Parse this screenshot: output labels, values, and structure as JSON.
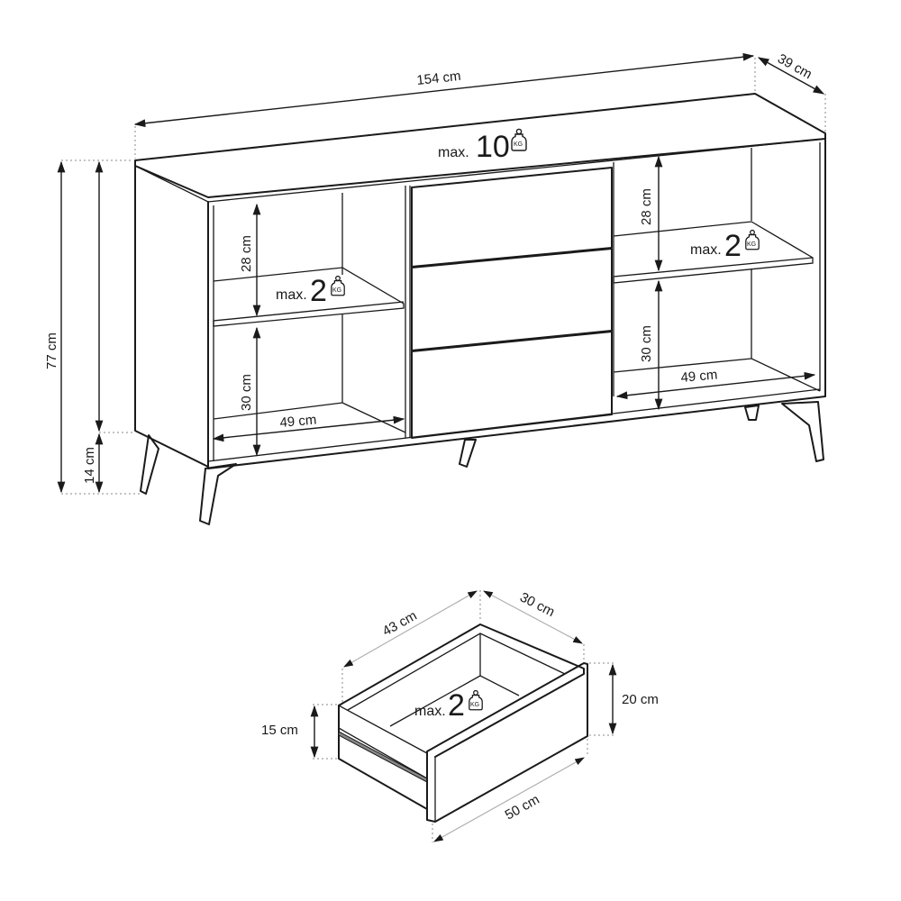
{
  "sideboard": {
    "width_label": "154 cm",
    "depth_label": "39 cm",
    "total_height_label": "77 cm",
    "leg_height_label": "14 cm",
    "top_load": {
      "prefix": "max.",
      "value": "10",
      "unit_icon": "KG"
    },
    "left_compartment": {
      "upper_height_label": "28 cm",
      "lower_height_label": "30 cm",
      "width_label": "49 cm",
      "shelf_load": {
        "prefix": "max.",
        "value": "2",
        "unit_icon": "KG"
      }
    },
    "right_compartment": {
      "upper_height_label": "28 cm",
      "lower_height_label": "30 cm",
      "width_label": "49 cm",
      "shelf_load": {
        "prefix": "max.",
        "value": "2",
        "unit_icon": "KG"
      }
    },
    "drawer_count": 3
  },
  "drawer": {
    "depth_label": "43 cm",
    "side_depth_label": "30 cm",
    "front_height_label": "20 cm",
    "side_height_label": "15 cm",
    "front_width_label": "50 cm",
    "load": {
      "prefix": "max.",
      "value": "2",
      "unit_icon": "KG"
    }
  },
  "colors": {
    "line": "#1a1a1a",
    "background": "#ffffff",
    "guide": "#b0b0b0"
  }
}
